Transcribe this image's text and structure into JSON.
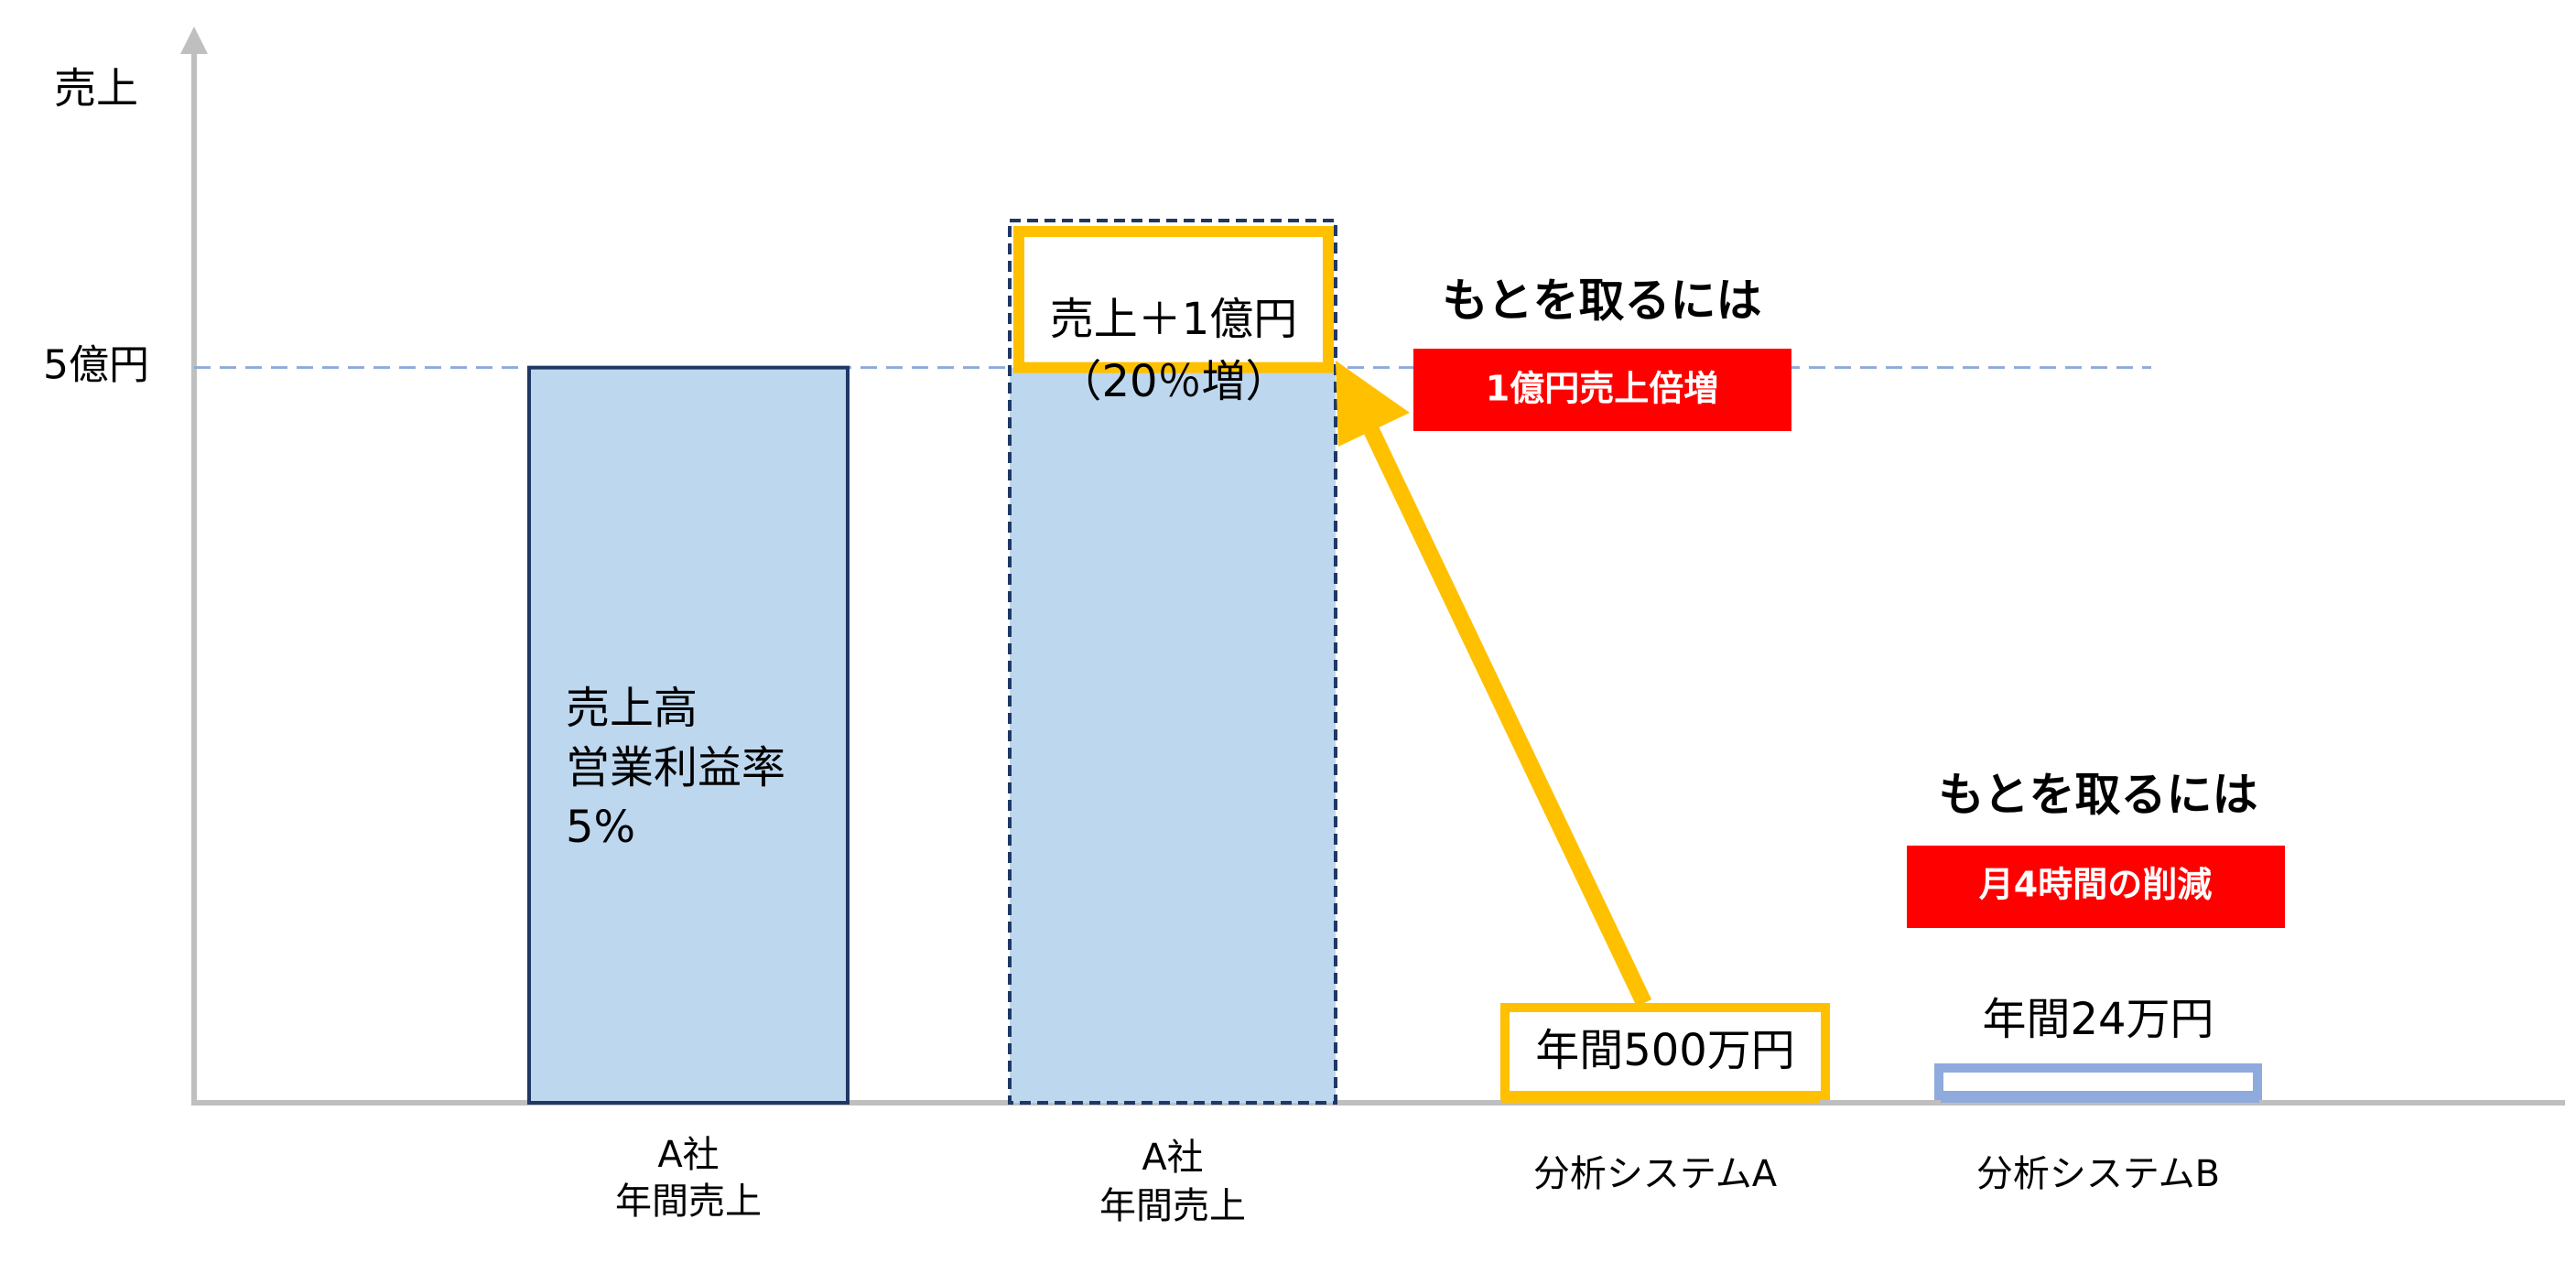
{
  "chart_data": {
    "type": "bar",
    "title": "",
    "xlabel": "",
    "ylabel": "売上",
    "ylim": [
      0,
      7.5
    ],
    "y_tick_label": "5億円",
    "reference_line": {
      "value": 5,
      "style": "dashed"
    },
    "categories": [
      {
        "line1": "A社",
        "line2": "年間売上"
      },
      {
        "line1": "A社",
        "line2": "年間売上"
      },
      {
        "line1": "分析システムA",
        "line2": ""
      },
      {
        "line1": "分析システムB",
        "line2": ""
      }
    ],
    "values": [
      5,
      5,
      0.05,
      0.0024
    ],
    "stacked_increase": {
      "category_index": 1,
      "value": 1
    },
    "bar_labels": [
      {
        "lines": [
          "売上高",
          "営業利益率",
          "5%"
        ]
      },
      {
        "lines": [
          "売上＋1億円",
          "（20％増）"
        ]
      },
      {
        "lines": [
          "年間500万円"
        ]
      },
      {
        "lines": [
          "年間24万円"
        ]
      }
    ],
    "annotations": [
      {
        "heading": "もとを取るには",
        "badge": "1億円売上倍増"
      },
      {
        "heading": "もとを取るには",
        "badge": "月4時間の削減"
      }
    ],
    "colors": {
      "axis": "#bfbfbf",
      "bar_fill": "#bdd7ee",
      "bar_border": "#1f3864",
      "reference_line": "#8faadc",
      "highlight": "#ffc000",
      "highlight_b": "#8faadc",
      "badge": "#ff0000",
      "badge_text": "#ffffff"
    }
  }
}
